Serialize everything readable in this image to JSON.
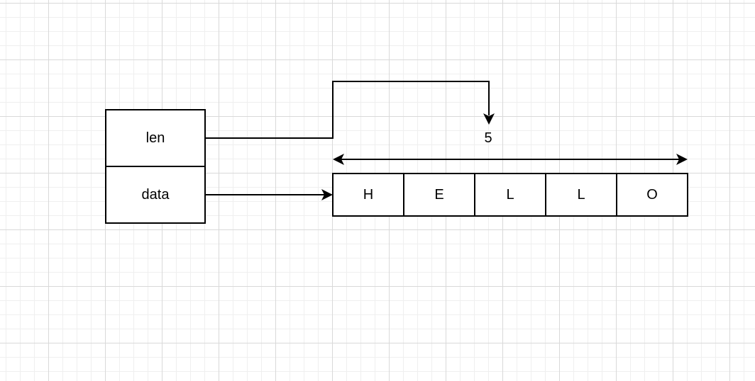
{
  "struct": {
    "len_label": "len",
    "data_label": "data"
  },
  "array": {
    "cells": [
      "H",
      "E",
      "L",
      "L",
      "O"
    ],
    "length_label": "5"
  },
  "colors": {
    "stroke": "#000000",
    "background": "#ffffff",
    "grid_major": "#d9d9d9",
    "grid_minor": "#efefef"
  }
}
